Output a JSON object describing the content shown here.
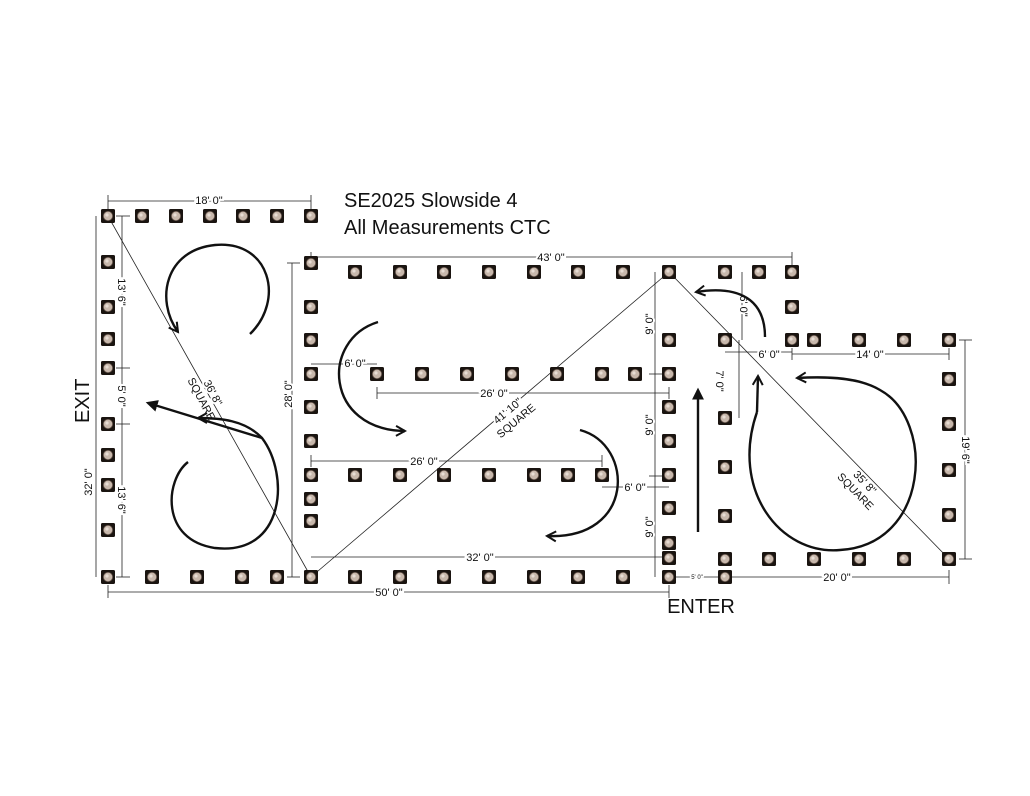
{
  "title": {
    "line1": "SE2025 Slowside 4",
    "line2": "All Measurements CTC"
  },
  "labels": {
    "exit": "EXIT",
    "enter": "ENTER"
  },
  "dimensions": {
    "top_left_width": "18' 0\"",
    "top_width": "43' 0\"",
    "left_upper": "13' 6\"",
    "left_mid": "5' 0\"",
    "left_lower": "13' 6\"",
    "left_total": "32' 0\"",
    "inner_height": "28' 0\"",
    "offset_left": "6' 0\"",
    "inner_row_upper": "26' 0\"",
    "inner_row_lower": "26' 0\"",
    "offset_right": "6' 0\"",
    "bottom_inner": "32' 0\"",
    "bottom_total": "50' 0\"",
    "right_col_1": "9' 0\"",
    "right_col_2": "9' 0\"",
    "right_col_3": "9' 0\"",
    "notch_height": "6' 0\"",
    "notch_width": "6' 0\"",
    "gap_height": "7' 0\"",
    "right_box_width": "14' 0\"",
    "right_box_height": "19' 6\"",
    "enter_gap": "5' 0\"",
    "right_box_bottom": "20' 0\""
  },
  "squares": {
    "left_diag": "36' 8\"",
    "center_diag": "41' 10\"",
    "right_diag": "35' 8\"",
    "word": "SQUARE"
  },
  "colors": {
    "cone_outer": "#1a1410",
    "cone_inner": "#c8b8ac",
    "line": "#111111"
  },
  "icons": {
    "cone": "cone-marker-icon",
    "arrow": "direction-arrow-icon"
  }
}
